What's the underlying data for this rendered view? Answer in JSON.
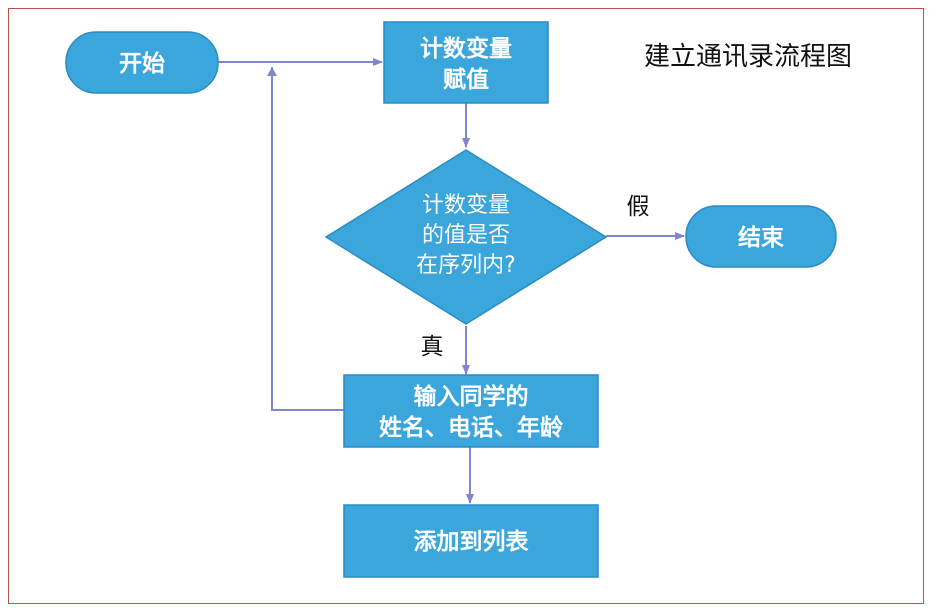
{
  "title": "建立通讯录流程图",
  "colors": {
    "node_fill": "#3aa6dc",
    "node_stroke": "#2b8cc4",
    "arrow": "#7f86cc",
    "frame": "#c0504d"
  },
  "nodes": {
    "start": {
      "label": "开始"
    },
    "assign": {
      "lines": [
        "计数变量",
        "赋值"
      ]
    },
    "decision": {
      "lines": [
        "计数变量",
        "的值是否",
        "在序列内?"
      ]
    },
    "end": {
      "label": "结束"
    },
    "input": {
      "lines": [
        "输入同学的",
        "姓名、电话、年龄"
      ]
    },
    "append": {
      "label": "添加到列表"
    }
  },
  "edges": {
    "false_label": "假",
    "true_label": "真"
  }
}
